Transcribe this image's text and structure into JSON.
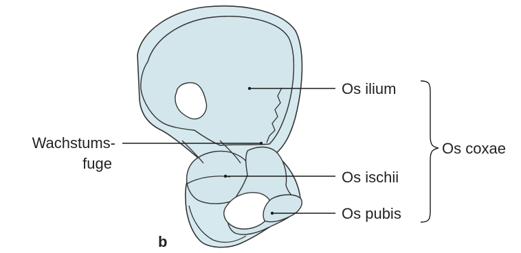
{
  "figure": {
    "panel_letter": "b",
    "labels": {
      "os_ilium": "Os ilium",
      "os_ischii": "Os ischii",
      "os_pubis": "Os pubis",
      "os_coxae": "Os coxae",
      "wachstumsfuge_line1": "Wachstums-",
      "wachstumsfuge_line2": "fuge"
    },
    "colors": {
      "bone_fill": "#d6e9ee",
      "outline": "#333333",
      "text": "#222222"
    }
  }
}
